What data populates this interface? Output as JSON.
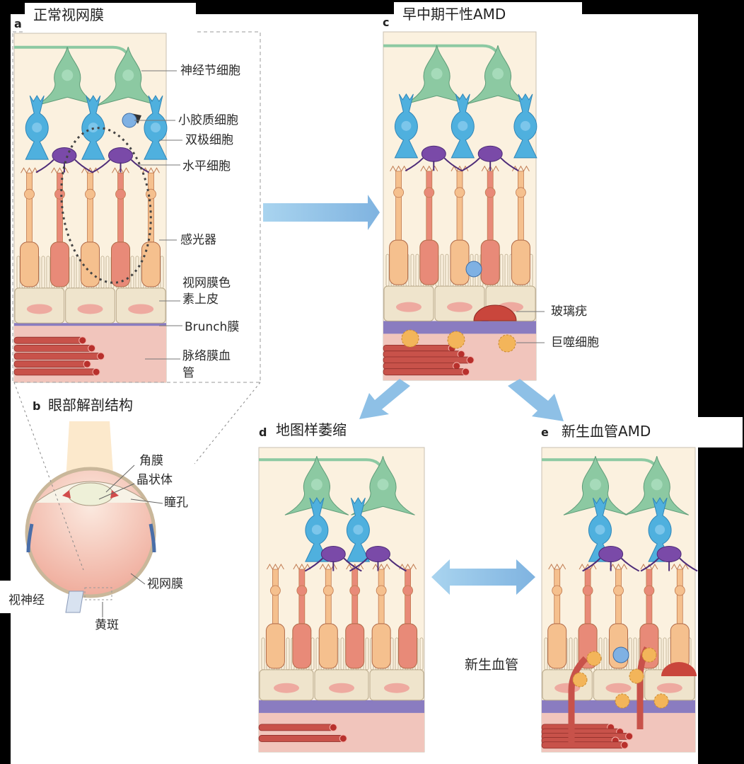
{
  "panels": {
    "a": {
      "letter": "a",
      "title": "正常视网膜",
      "labels": {
        "ganglion": "神经节细胞",
        "microglia": "小胶质细胞",
        "bipolar": "双极细胞",
        "horizontal": "水平细胞",
        "photoreceptor": "感光器",
        "rpe_1": "视网膜色",
        "rpe_2": "素上皮",
        "bruch": "Brunch膜",
        "choroid_1": "脉络膜血",
        "choroid_2": "管"
      }
    },
    "b": {
      "letter": "b",
      "title": "眼部解剖结构",
      "labels": {
        "cornea": "角膜",
        "lens": "晶状体",
        "pupil": "瞳孔",
        "retina": "视网膜",
        "optic_nerve": "视神经",
        "macula": "黄斑"
      }
    },
    "c": {
      "letter": "c",
      "title": "早中期干性AMD",
      "labels": {
        "drusen": "玻璃疣",
        "macrophage": "巨噬细胞"
      }
    },
    "d": {
      "letter": "d",
      "title": "地图样萎缩"
    },
    "e": {
      "letter": "e",
      "title": "新生血管AMD",
      "labels": {
        "neovessel": "新生血管"
      }
    }
  },
  "colors": {
    "background": "#fbf1df",
    "ganglion": "#8cc9a2",
    "bipolar": "#4fb0de",
    "horizontal": "#7a4aa8",
    "cone": "#f5c08e",
    "rod": "#e88a78",
    "rpe": "#efe4cc",
    "bruch": "#8a7cc0",
    "choroid": "#f1c5bc",
    "vessel": "#c8524a",
    "arrow": "#8ec0e6",
    "macrophage": "#f3b55a",
    "drusen": "#c9463c"
  }
}
